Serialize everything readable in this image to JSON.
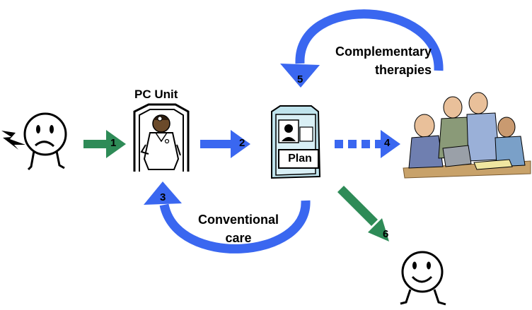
{
  "labels": {
    "pc_unit": "PC Unit",
    "complementary": [
      "Complementary",
      "therapies"
    ],
    "conventional": [
      "Conventional",
      "care"
    ],
    "plan": "Plan"
  },
  "steps": {
    "s1": "1",
    "s2": "2",
    "s3": "3",
    "s4": "4",
    "s5": "5",
    "s6": "6"
  },
  "colors": {
    "green": "#2e8b57",
    "blue": "#3a67f0",
    "plan_fill": "#bfe3ec"
  }
}
